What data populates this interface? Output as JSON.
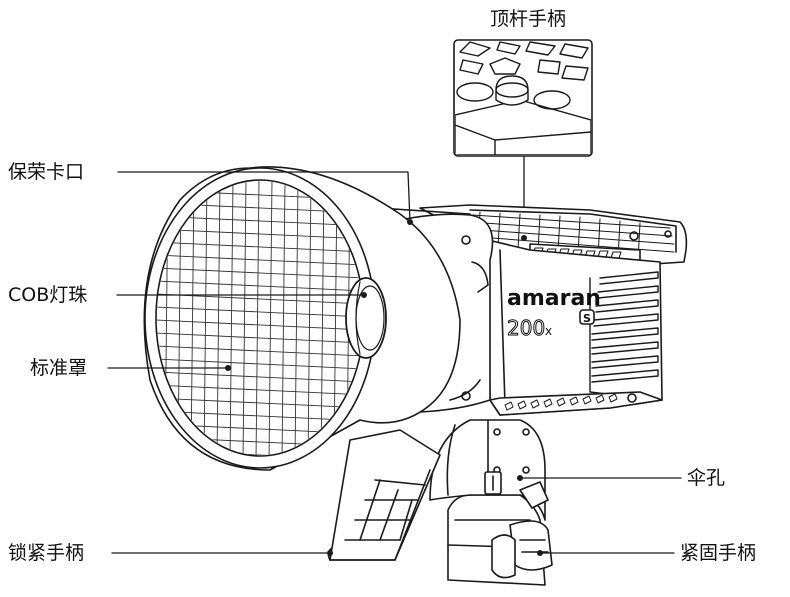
{
  "diagram": {
    "labels": {
      "top_handle": "顶杆手柄",
      "bayonet": "保荣卡口",
      "cob_bead": "COB灯珠",
      "reflector": "标准罩",
      "lock_handle": "锁紧手柄",
      "umbrella_hole": "伞孔",
      "fix_handle": "紧固手柄"
    },
    "brand": {
      "name": "amaran",
      "model": "200",
      "model_suffix": "x",
      "badge": "S"
    },
    "colors": {
      "line": "#1a1a1a",
      "fill": "#ffffff",
      "text": "#111111"
    }
  }
}
